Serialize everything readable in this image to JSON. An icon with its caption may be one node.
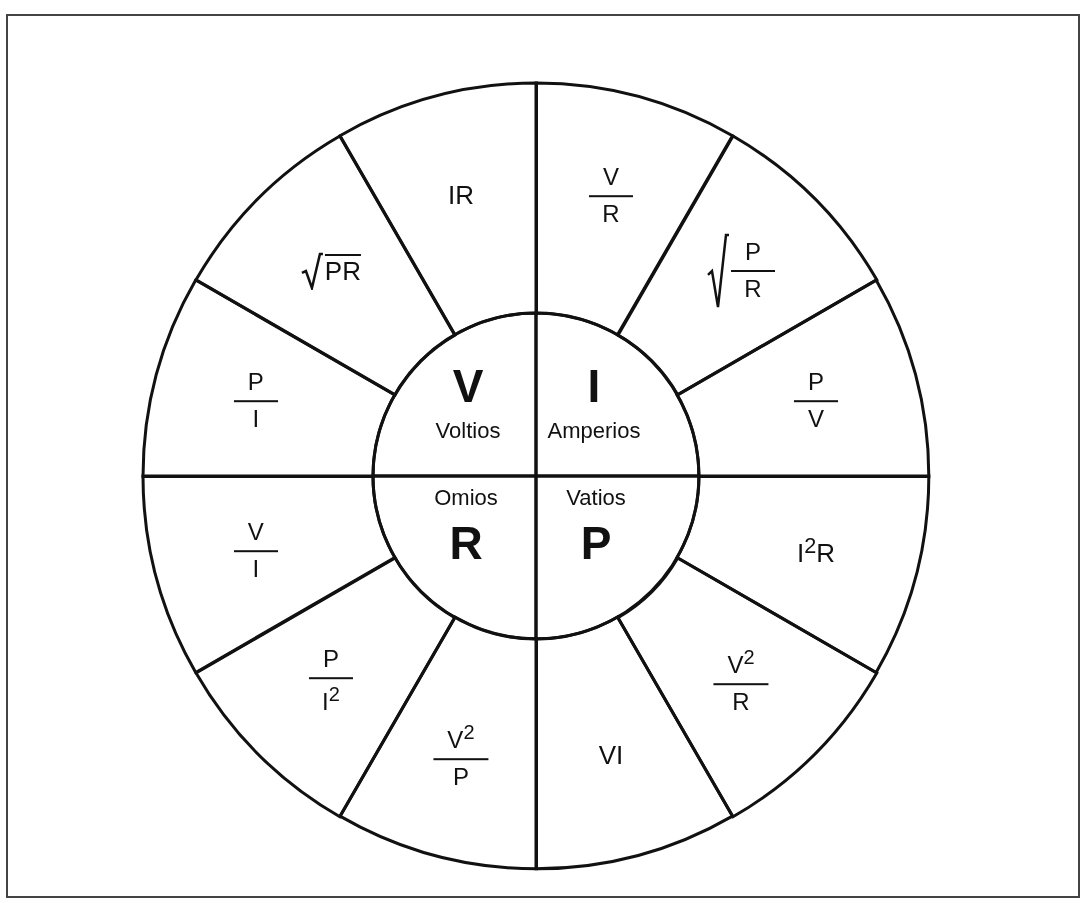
{
  "diagram": {
    "nodes": [
      {
        "text": [
          "V",
          "Voltios"
        ]
      },
      {
        "text": [
          "I",
          "Amperios"
        ]
      },
      {
        "text": [
          "Omios",
          "R"
        ]
      },
      {
        "text": [
          "Vatios",
          "P"
        ]
      },
      {
        "text": [
          "V",
          "R"
        ]
      },
      {
        "text": [
          "P",
          "R"
        ]
      },
      {
        "text": [
          "P",
          "V"
        ]
      },
      {
        "text": [
          "I$^{2}$R"
        ]
      },
      {
        "text": [
          "V$^{2}$",
          "R"
        ]
      },
      {
        "text": [
          "VI"
        ]
      },
      {
        "text": [
          "V$^{2}$",
          "P"
        ]
      },
      {
        "text": [
          "P",
          "I$^{2}$"
        ]
      },
      {
        "text": [
          "V",
          "I"
        ]
      },
      {
        "text": [
          "P",
          "I"
        ]
      },
      {
        "text": [
          "PR"
        ]
      },
      {
        "text": [
          "IR"
        ]
      }
    ]
  }
}
